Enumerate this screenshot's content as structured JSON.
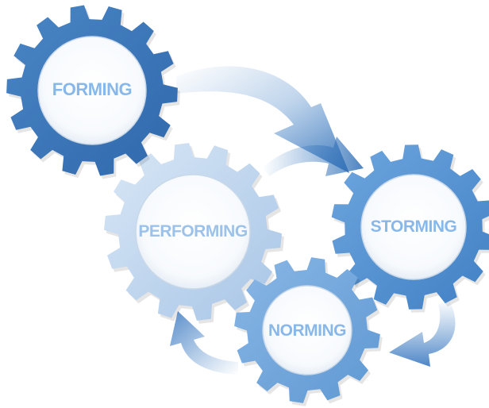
{
  "gears": [
    {
      "id": "forming",
      "label": "FORMING"
    },
    {
      "id": "performing",
      "label": "PERFORMING"
    },
    {
      "id": "storming",
      "label": "STORMING"
    },
    {
      "id": "norming",
      "label": "NORMING"
    }
  ],
  "colors": {
    "gear_dark": "#3e78bb",
    "gear_mid": "#5f9ad6",
    "gear_light": "#a9c8ea",
    "gear_pale": "#cfe0f4",
    "label_light": "#88b8ea",
    "label_pale": "#9cc2ea",
    "arrow": "#4a86c8"
  }
}
